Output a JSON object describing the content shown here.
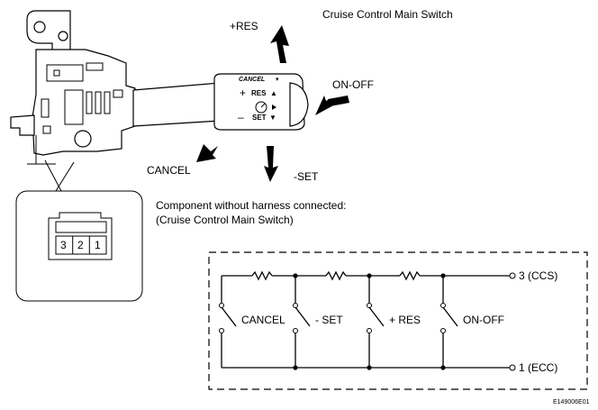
{
  "title": "Cruise Control Main Switch",
  "directions": {
    "res": "+RES",
    "on_off": "ON-OFF",
    "cancel": "CANCEL",
    "set": "-SET"
  },
  "lever_face": {
    "cancel": "CANCEL",
    "res": "RES",
    "set": "SET",
    "plus": "+",
    "minus": "–",
    "up_arrow": "▲",
    "down_arrow": "▼",
    "cancel_arrow": "▾"
  },
  "connector": {
    "pins": [
      "3",
      "2",
      "1"
    ]
  },
  "component_note": {
    "line1": "Component without harness connected:",
    "line2": "(Cruise Control Main Switch)"
  },
  "circuit": {
    "switches": [
      "CANCEL",
      "- SET",
      "+ RES",
      "ON-OFF"
    ],
    "terminal_top": "3 (CCS)",
    "terminal_bottom": "1 (ECC)"
  },
  "figure_code": "E149006E01"
}
